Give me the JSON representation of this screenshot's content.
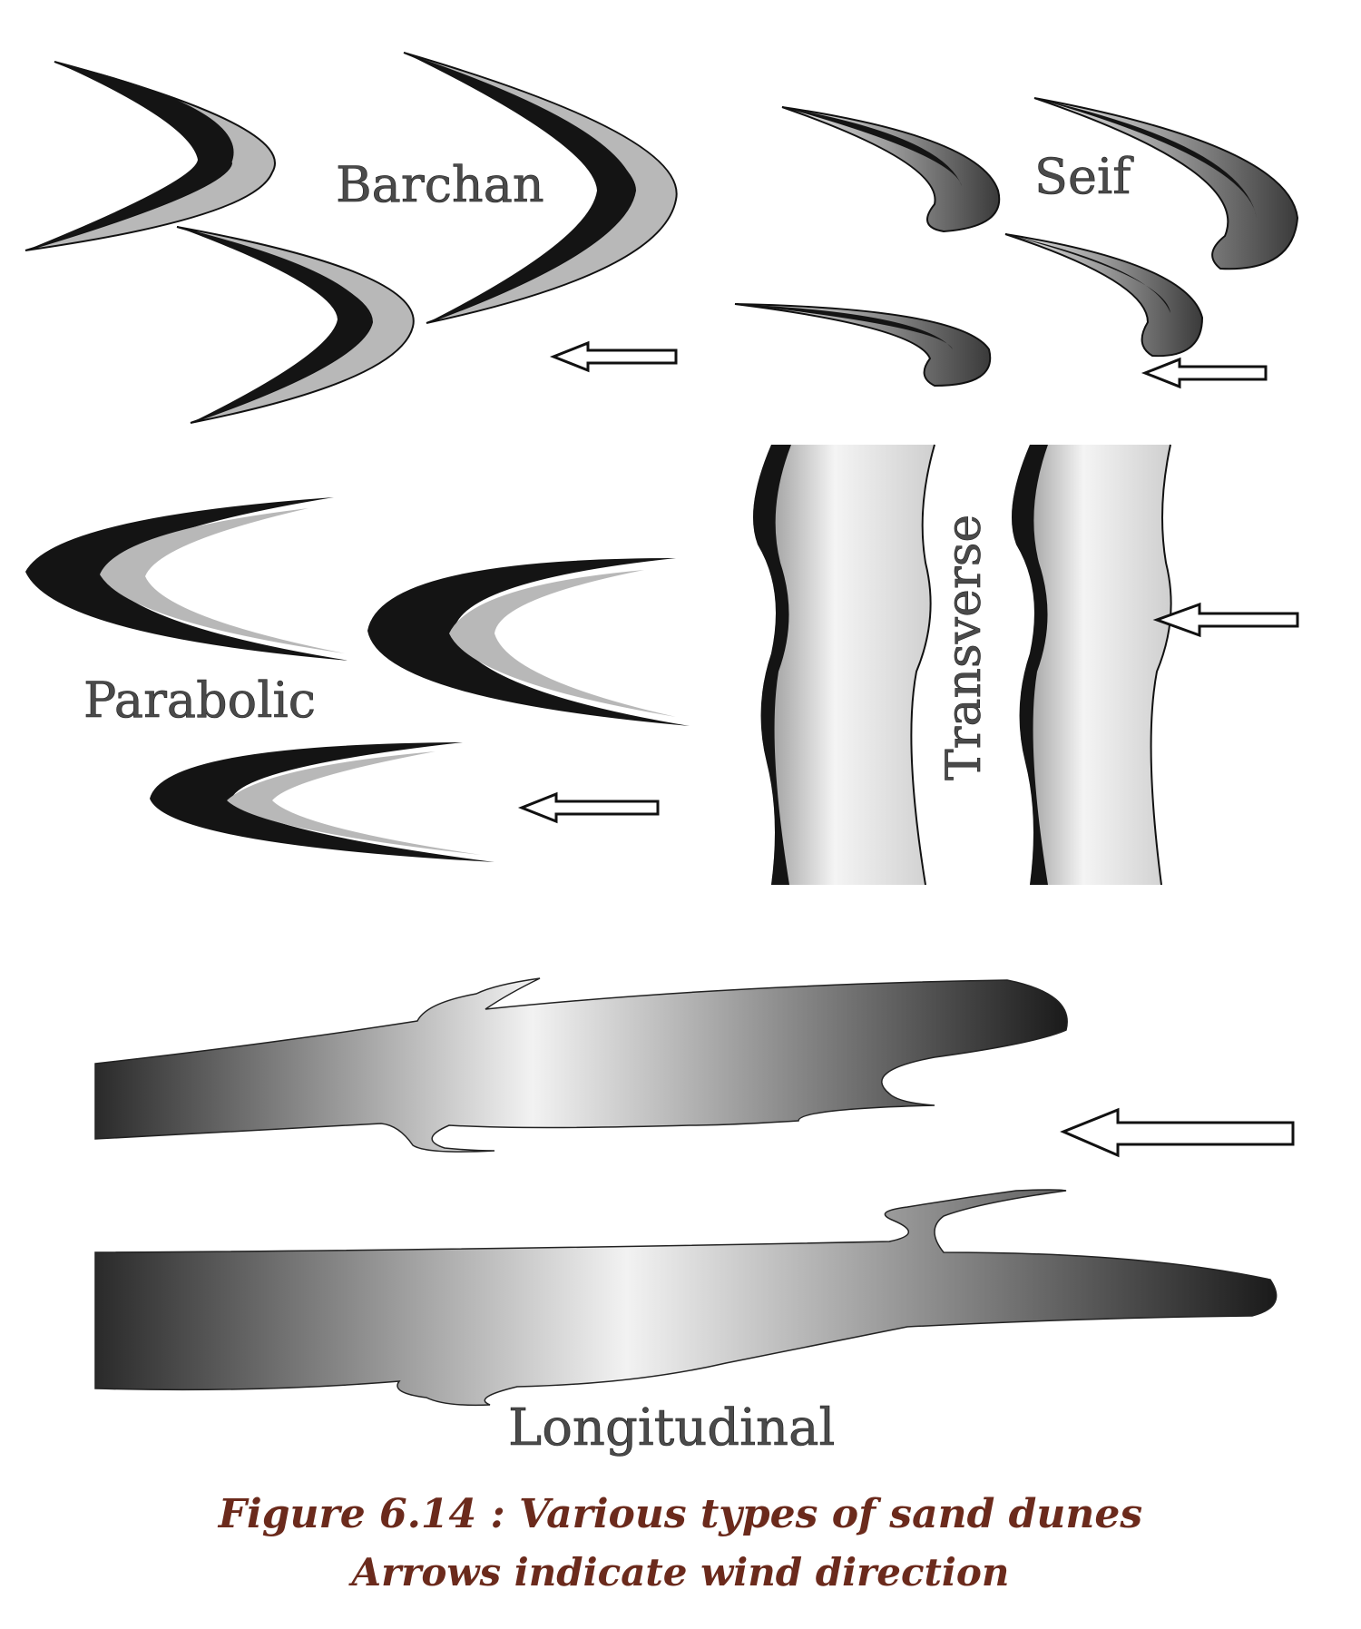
{
  "labels": {
    "barchan": "Barchan",
    "seif": "Seif",
    "parabolic": "Parabolic",
    "transverse": "Transverse",
    "longitudinal": "Longitudinal"
  },
  "caption": {
    "title": "Figure 6.14 : Various types of sand dunes",
    "subtitle": "Arrows indicate wind direction"
  },
  "colors": {
    "dune_dark": "#141414",
    "dune_fill": "#b8b8b8",
    "caption_text": "#6b2a1c",
    "label_text": "#4a4a4a"
  },
  "icons": {
    "wind_arrow": "left-arrow-outline"
  }
}
